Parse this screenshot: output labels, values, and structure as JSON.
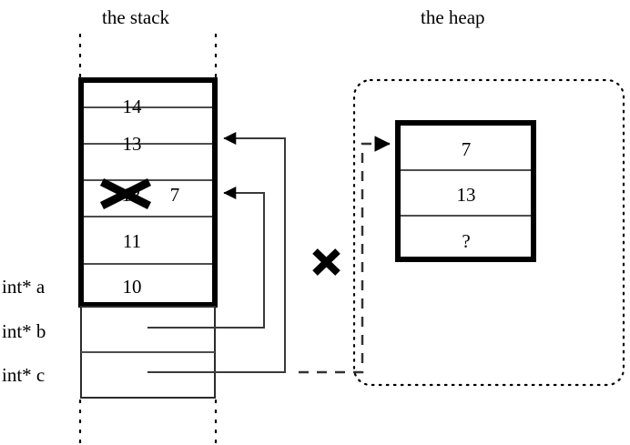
{
  "diagram": {
    "title_stack": "the stack",
    "title_heap": "the heap",
    "colors": {
      "ink": "#000000",
      "frame": "#000000",
      "divider": "#4d4d4d",
      "connector": "#3a3a3a",
      "background": "#ffffff"
    }
  },
  "stack": {
    "cells": [
      {
        "value": "14",
        "name": "stack-cell-14"
      },
      {
        "value": "13",
        "name": "stack-cell-13"
      },
      {
        "value": "12",
        "overwritten_value": "7",
        "crossed_out": true,
        "name": "stack-cell-12-crossed"
      },
      {
        "value": "11",
        "name": "stack-cell-11"
      },
      {
        "value": "10",
        "name": "stack-cell-10"
      }
    ],
    "pointer_rows": [
      {
        "label": "int* a",
        "name": "pointer-row-a"
      },
      {
        "label": "int* b",
        "name": "pointer-row-b"
      },
      {
        "label": "int* c",
        "name": "pointer-row-c"
      }
    ]
  },
  "heap": {
    "cells": [
      {
        "value": "7",
        "name": "heap-cell-7"
      },
      {
        "value": "13",
        "name": "heap-cell-13"
      },
      {
        "value": "?",
        "name": "heap-cell-unknown"
      }
    ]
  },
  "annotations": {
    "invalid_pointer_mark": "✕",
    "overwrite_mark": "✕"
  }
}
